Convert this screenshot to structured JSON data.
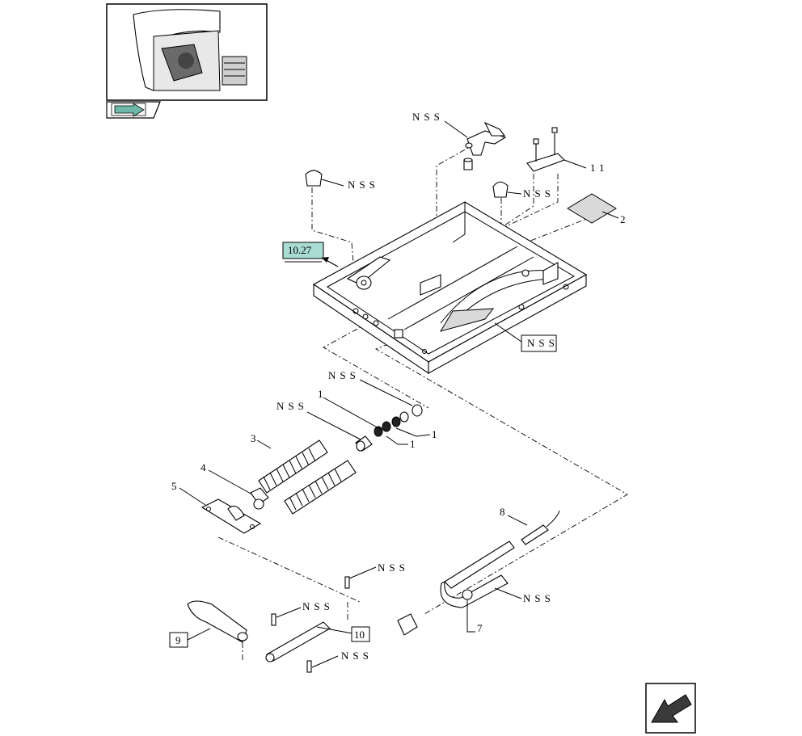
{
  "navigation": {
    "thumbnail_icon": "tractor-cab-thumbnail-icon",
    "thumbnail_nav_icon": "arrow-right-icon",
    "previous_page_icon": "arrow-down-left-icon"
  },
  "reference_box": {
    "label": "10.27"
  },
  "callouts": {
    "nss_top_bracket": "NSS",
    "nss_left_cap": "NSS",
    "nss_right_cap": "NSS",
    "nss_frame_box": "NSS",
    "nss_washer": "NSS",
    "nss_bushing": "NSS",
    "nss_pin_right": "NSS",
    "nss_pin_left": "NSS",
    "nss_pin_bottom": "NSS",
    "nss_lever": "NSS",
    "item_1_a": "1",
    "item_1_b": "1",
    "item_1_c": "1",
    "item_2": "2",
    "item_3": "3",
    "item_4": "4",
    "item_5": "5",
    "item_7": "7",
    "item_8": "8",
    "item_9": "9",
    "item_10": "10",
    "item_11": "11"
  },
  "colors": {
    "reference_box_fill": "#a9dcd3",
    "nav_arrow_fill": "#6fb7a8"
  }
}
